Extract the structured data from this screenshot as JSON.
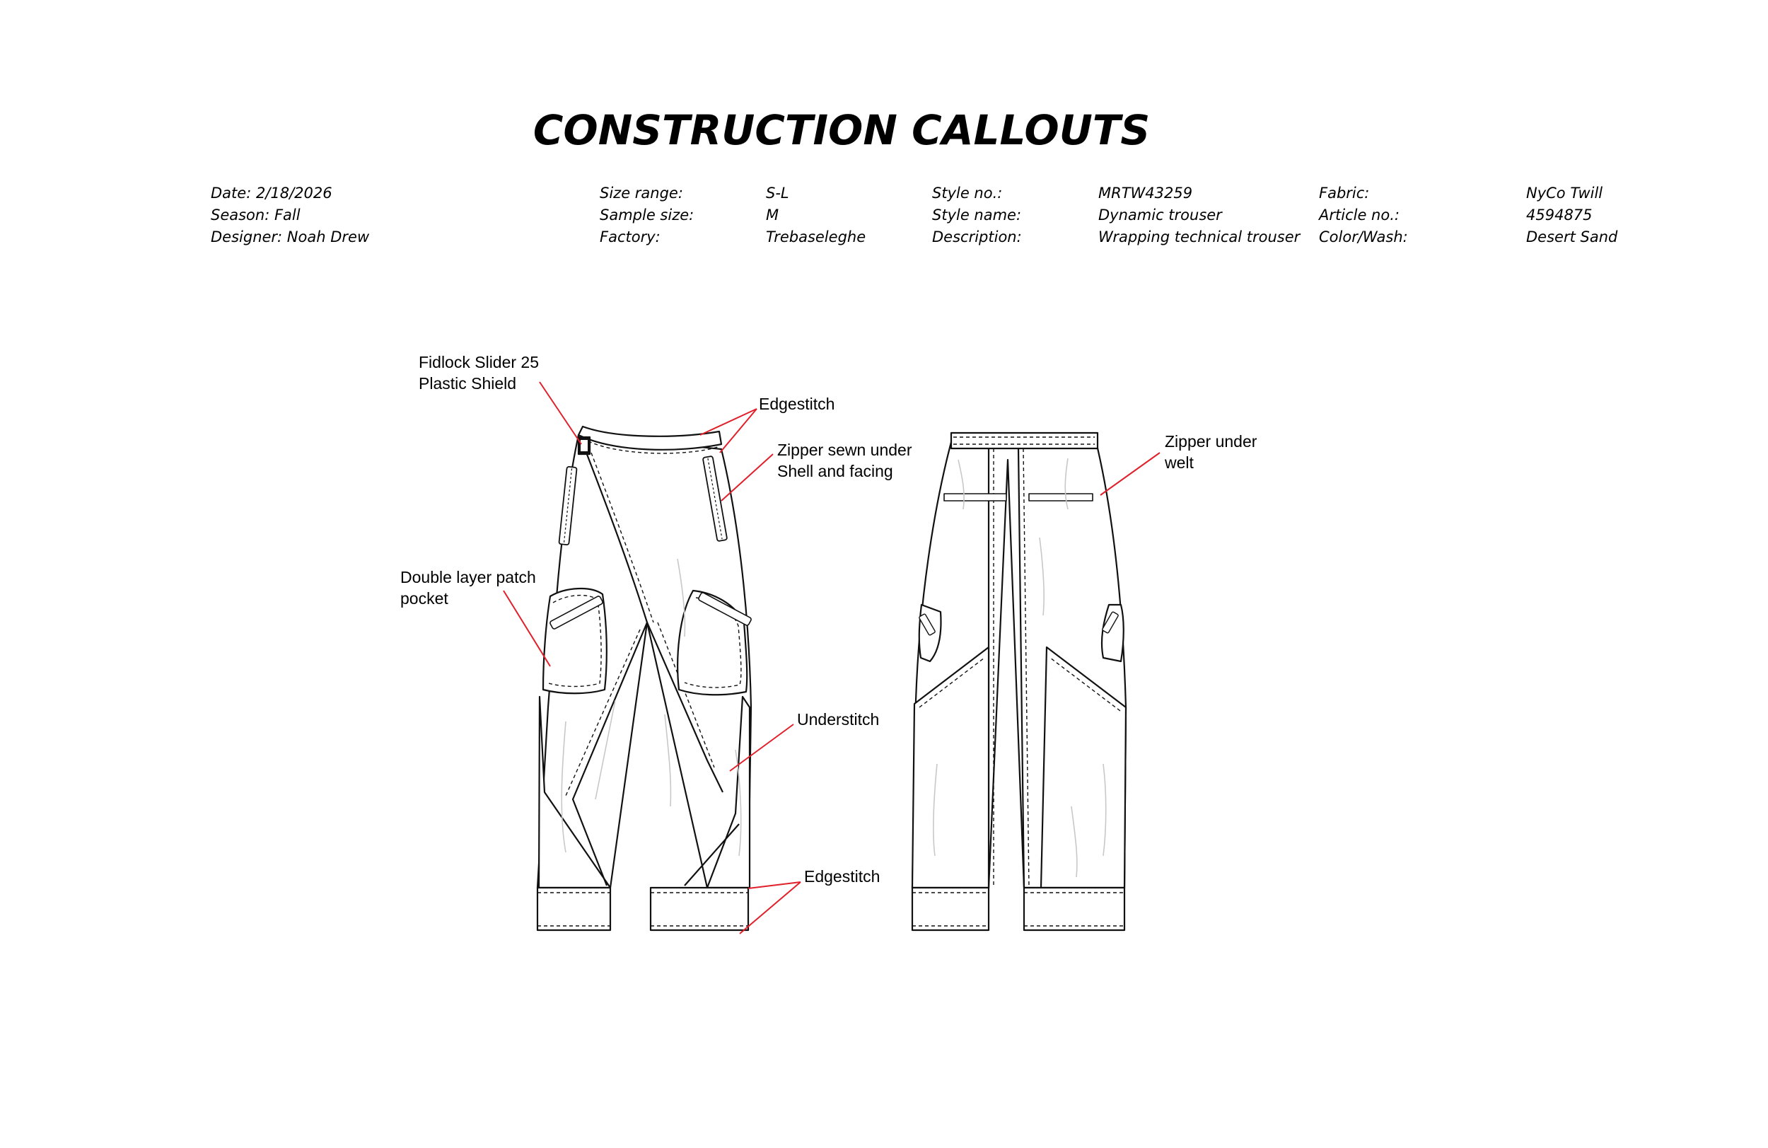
{
  "title": "CONSTRUCTION CALLOUTS",
  "meta": {
    "col1": [
      "Date: 2/18/2026",
      "Season: Fall",
      "Designer: Noah Drew"
    ],
    "col2_labels": [
      "Size range:",
      "Sample size:",
      "Factory:"
    ],
    "col2_values": [
      "S-L",
      "M",
      "Trebaseleghe"
    ],
    "col3_labels": [
      "Style no.:",
      "Style name:",
      "Description:"
    ],
    "col3_values": [
      "MRTW43259",
      "Dynamic trouser",
      "Wrapping technical trouser"
    ],
    "col4_labels": [
      "Fabric:",
      "Article no.:",
      "Color/Wash:"
    ],
    "col4_values": [
      "NyCo Twill",
      "4594875",
      "Desert Sand"
    ]
  },
  "callouts": {
    "fidlock": [
      "Fidlock Slider 25",
      "Plastic Shield"
    ],
    "edgestitch_top": "Edgestitch",
    "zipper_sewn": [
      "Zipper sewn under",
      "Shell and facing"
    ],
    "patch_pocket": [
      "Double layer patch",
      "pocket"
    ],
    "understitch": "Understitch",
    "edgestitch_bottom": "Edgestitch",
    "zipper_welt": [
      "Zipper under",
      "welt"
    ]
  },
  "colors": {
    "leader": "#e0202a",
    "ink": "#111111",
    "shade": "#c8c8c8"
  }
}
